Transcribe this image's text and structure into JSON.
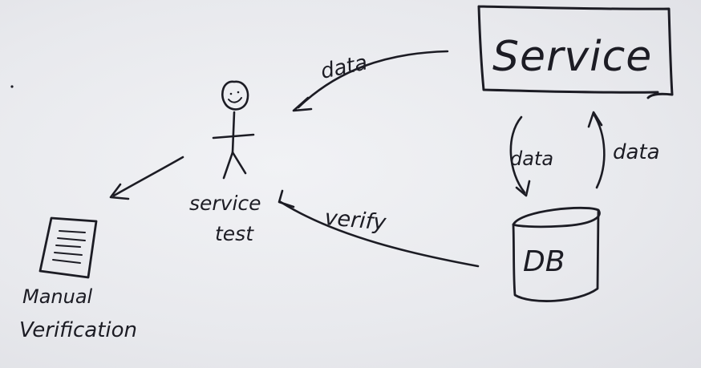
{
  "diagram": {
    "nodes": {
      "service": {
        "label": "Service"
      },
      "actor": {
        "label_line1": "service",
        "label_line2": "test"
      },
      "db": {
        "label": "DB"
      },
      "document": {
        "label_line1": "Manual",
        "label_line2": "Verification"
      }
    },
    "edges": {
      "service_to_actor": "data",
      "service_to_db": "data",
      "db_to_service": "data",
      "db_to_actor": "verify"
    }
  },
  "colors": {
    "ink": "#1c1c24",
    "paper": "#ecedf0"
  }
}
